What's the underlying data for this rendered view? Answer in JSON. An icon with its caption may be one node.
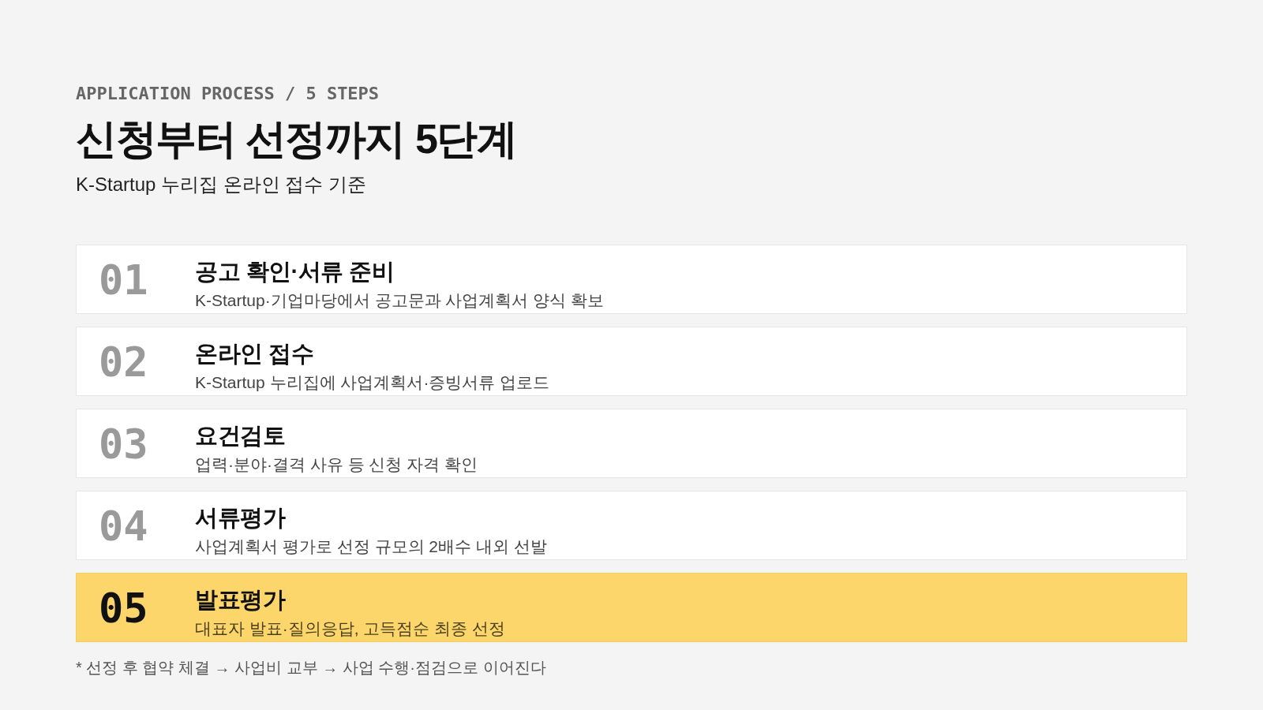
{
  "diagram": {
    "title": "신청부터 선정까지 5단계",
    "nodes": [
      {
        "text": [
          "01",
          "공고 확인·서류 준비",
          "K-Startup·기업마당에서 공고문과 사업계획서 양식 확보"
        ]
      },
      {
        "text": [
          "02",
          "온라인 접수",
          "K-Startup 누리집에 사업계획서·증빙서류 업로드"
        ]
      },
      {
        "text": [
          "03",
          "요건검토",
          "업력·분야·결격 사유 등 신청 자격 확인"
        ]
      },
      {
        "text": [
          "04",
          "서류평가",
          "사업계획서 평가로 선정 규모의 2배수 내외 선발"
        ]
      },
      {
        "text": [
          "05",
          "발표평가",
          "대표자 발표·질의응답, 고득점순 최종 선정"
        ]
      }
    ],
    "labels": [
      "APPLICATION PROCESS / 5 STEPS",
      "K-Startup 누리집 온라인 접수 기준",
      "* 선정 후 협약 체결 → 사업비 교부 → 사업 수행·점검으로 이어진다"
    ]
  }
}
